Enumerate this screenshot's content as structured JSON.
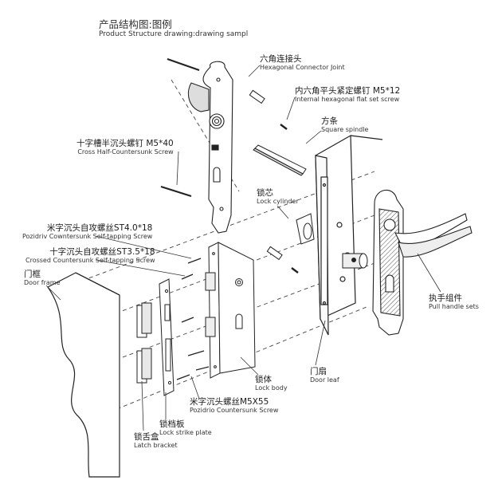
{
  "title": {
    "zh": "产品结构图:图例",
    "en": "Product Structure drawing:drawing sampl"
  },
  "labels": {
    "hex_joint": {
      "zh": "六角连接头",
      "en": "Hexagonal  Connector Joint"
    },
    "set_screw": {
      "zh": "内六角平头紧定螺钉 M5*12",
      "en": "Internal hexagonal flat set screw"
    },
    "spindle": {
      "zh": "方条",
      "en": "Square spindle"
    },
    "cross_screw": {
      "zh": "十字槽半沉头螺钉 M5*40",
      "en": "Cross Half-Countersunk Screw"
    },
    "cylinder": {
      "zh": "锁芯",
      "en": "Lock cylinder"
    },
    "st40": {
      "zh": "米字沉头自攻螺丝ST4.0*18",
      "en": "Pozidriv Cowntersunk Self-tapping Screw"
    },
    "st35": {
      "zh": "十字沉头自攻螺丝ST3.5*18",
      "en": "Crossed Countersunk Self-tapping Screw"
    },
    "door_frame": {
      "zh": "门框",
      "en": "Door frame"
    },
    "handle_set": {
      "zh": "执手组件",
      "en": "Pull handle sets"
    },
    "door_leaf": {
      "zh": "门扇",
      "en": "Door leaf"
    },
    "lock_body": {
      "zh": "锁体",
      "en": "Lock body"
    },
    "m5x55": {
      "zh": "米字沉头螺丝M5X55",
      "en": "Pozidrio Countersunk Screw"
    },
    "strike": {
      "zh": "锁档板",
      "en": "Lock strike plate"
    },
    "latch": {
      "zh": "锁舌盒",
      "en": "Latch bracket"
    }
  }
}
